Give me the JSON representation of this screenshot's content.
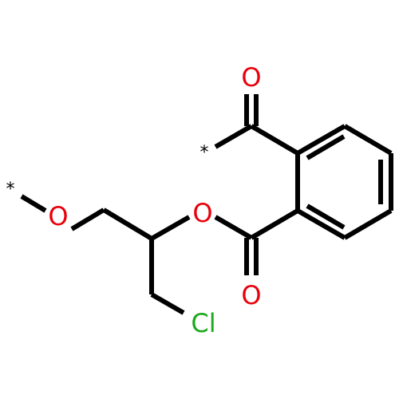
{
  "molecule": {
    "atoms": {
      "o_carbonyl_top": "O",
      "o_ester": "O",
      "o_carbonyl_bottom": "O",
      "o_ether": "O",
      "cl": "Cl",
      "star_left": "*",
      "star_right": "*"
    },
    "colors": {
      "bond": "#000000",
      "oxygen": "#e8000b",
      "chlorine": "#1fa81f",
      "star": "#000000"
    }
  }
}
